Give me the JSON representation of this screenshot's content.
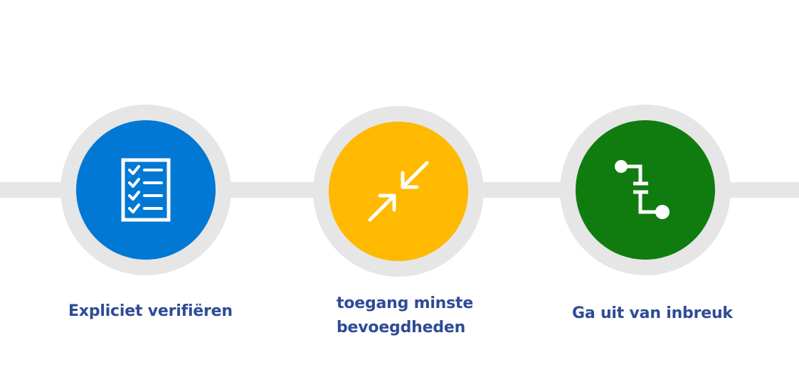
{
  "principles": [
    {
      "label": "Expliciet verifiëren",
      "color": "#0078d4",
      "icon": "checklist-icon"
    },
    {
      "label_line1": "toegang minste",
      "label_line2": "bevoegdheden",
      "color": "#ffb900",
      "icon": "arrows-inward-icon"
    },
    {
      "label": "Ga uit van inbreuk",
      "color": "#107c10",
      "icon": "broken-connection-icon"
    }
  ],
  "colors": {
    "connector": "#e6e6e6",
    "ring": "#e6e6e6",
    "label_text": "#2f4b96",
    "icon_stroke": "#ffffff"
  }
}
